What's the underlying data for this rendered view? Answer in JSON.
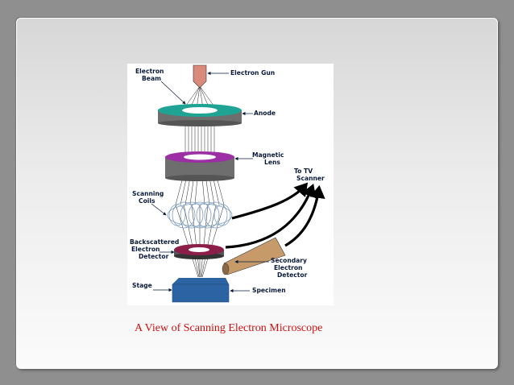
{
  "caption": "A View of Scanning Electron Microscope",
  "diagram": {
    "labels": {
      "electron_beam": [
        "Electron",
        "Beam"
      ],
      "electron_gun": "Electron Gun",
      "anode": "Anode",
      "magnetic_lens": [
        "Magnetic",
        "Lens"
      ],
      "to_tv_scanner": [
        "To TV",
        "Scanner"
      ],
      "scanning_coils": [
        "Scanning",
        "Coils"
      ],
      "backscattered_detector": [
        "Backscattered",
        "Electron",
        "Detector"
      ],
      "secondary_detector": [
        "Secondary",
        "Electron",
        "Detector"
      ],
      "stage": "Stage",
      "specimen": "Specimen"
    },
    "colors": {
      "gun": "#d98a7a",
      "anode_top": "#1fa394",
      "lens_top": "#9b2fa3",
      "ring_gray": "#6e6e6e",
      "bse_detector": "#8b1f4a",
      "specimen": "#2c63a3",
      "se_detector": "#c79a6a",
      "caption": "#d01010"
    }
  }
}
